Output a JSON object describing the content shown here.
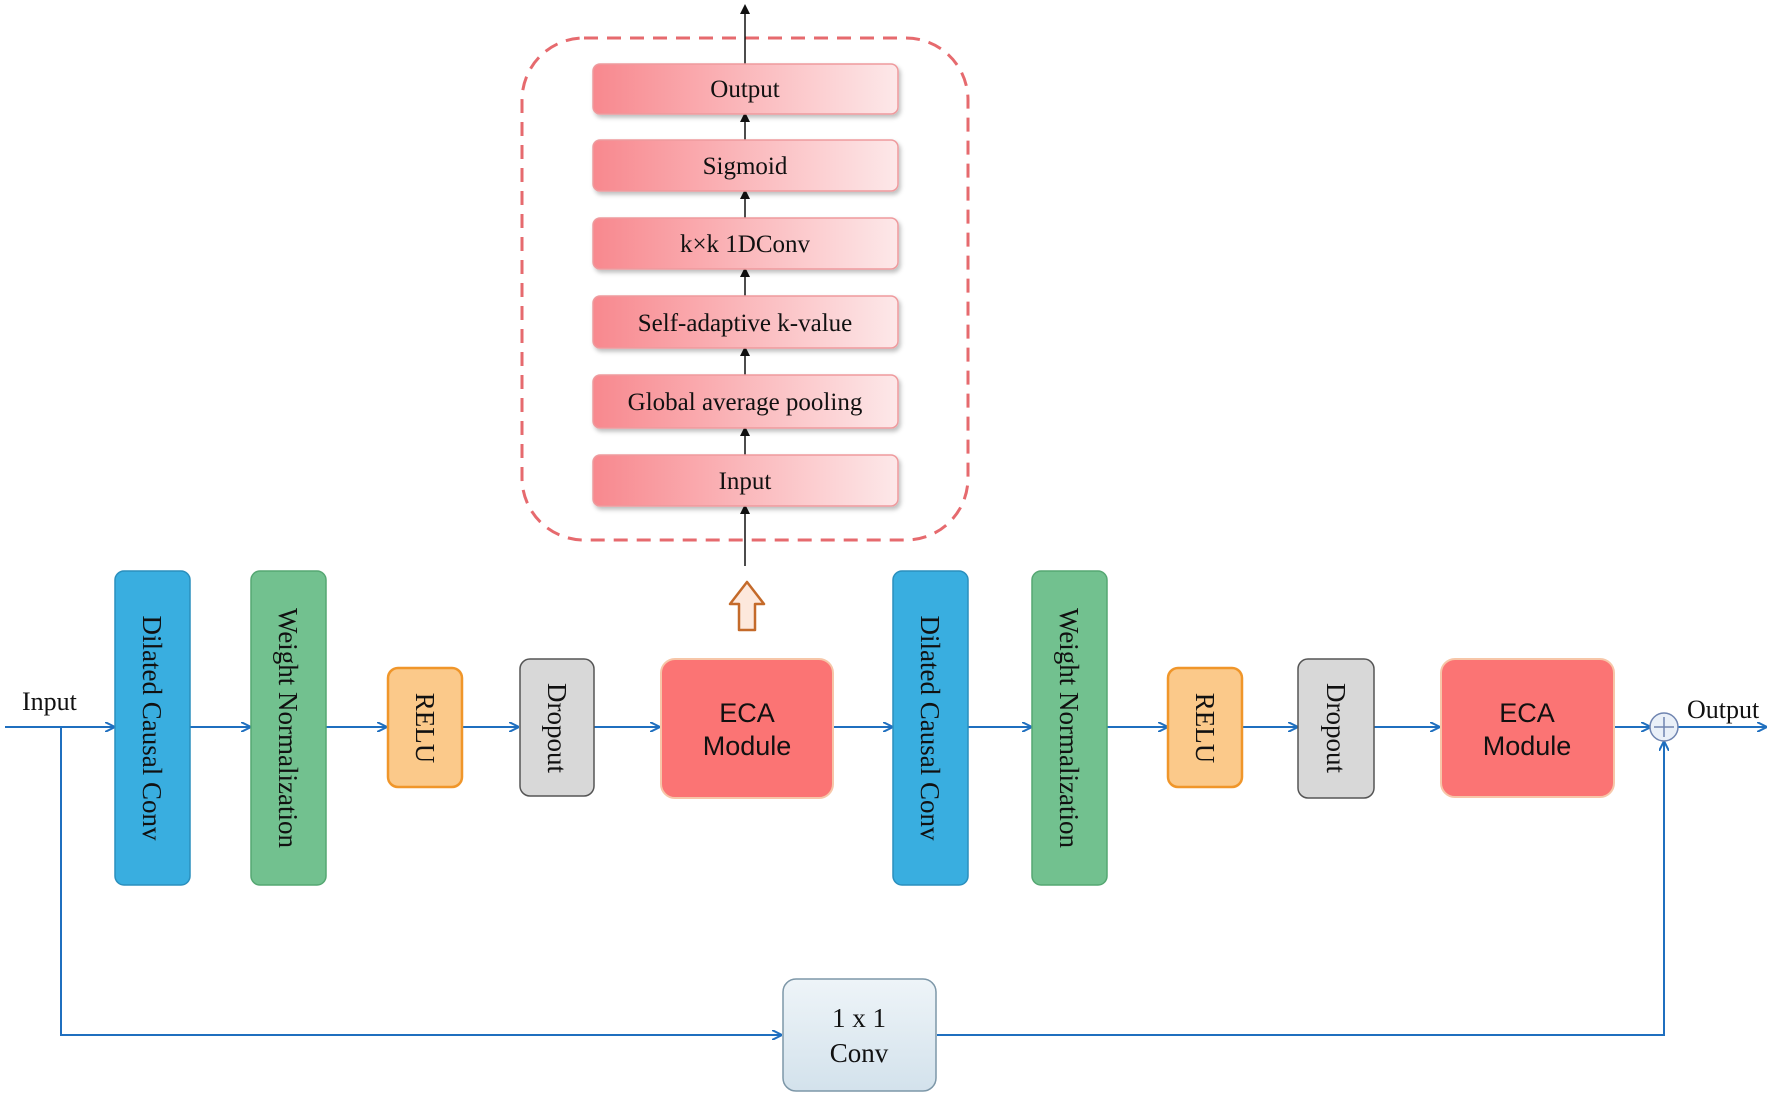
{
  "eca_detail": {
    "output": "Output",
    "sigmoid": "Sigmoid",
    "conv1d": "k×k 1DConv",
    "self_adaptive": "Self-adaptive k-value",
    "gap": "Global average pooling",
    "input": "Input"
  },
  "main": {
    "input_label": "Input",
    "output_label": "Output",
    "dilated_conv_1": "Dilated Causal Conv",
    "weight_norm_1": "Weight Normalization",
    "relu_1": "RELU",
    "dropout_1": "Dropout",
    "eca_1_line1": "ECA",
    "eca_1_line2": "Module",
    "dilated_conv_2": "Dilated Causal Conv",
    "weight_norm_2": "Weight Normalization",
    "relu_2": "RELU",
    "dropout_2": "Dropout",
    "eca_2_line1": "ECA",
    "eca_2_line2": "Module"
  },
  "residual": {
    "conv_line1": "1 x 1",
    "conv_line2": "Conv"
  },
  "colors": {
    "flow_line": "#1f6fbf",
    "eca_box_dark": "#f88e92",
    "eca_box_light": "#fde6e7",
    "eca_border": "#e36f74",
    "dilated": "#3aaee0",
    "weight_norm": "#72c18f",
    "relu_fill": "#fbc98a",
    "relu_border": "#f0962a",
    "dropout": "#d7d7d7",
    "eca_module": "#fb7474",
    "residual_conv": "#dde9f1",
    "up_arrow": "#c46a2a"
  }
}
